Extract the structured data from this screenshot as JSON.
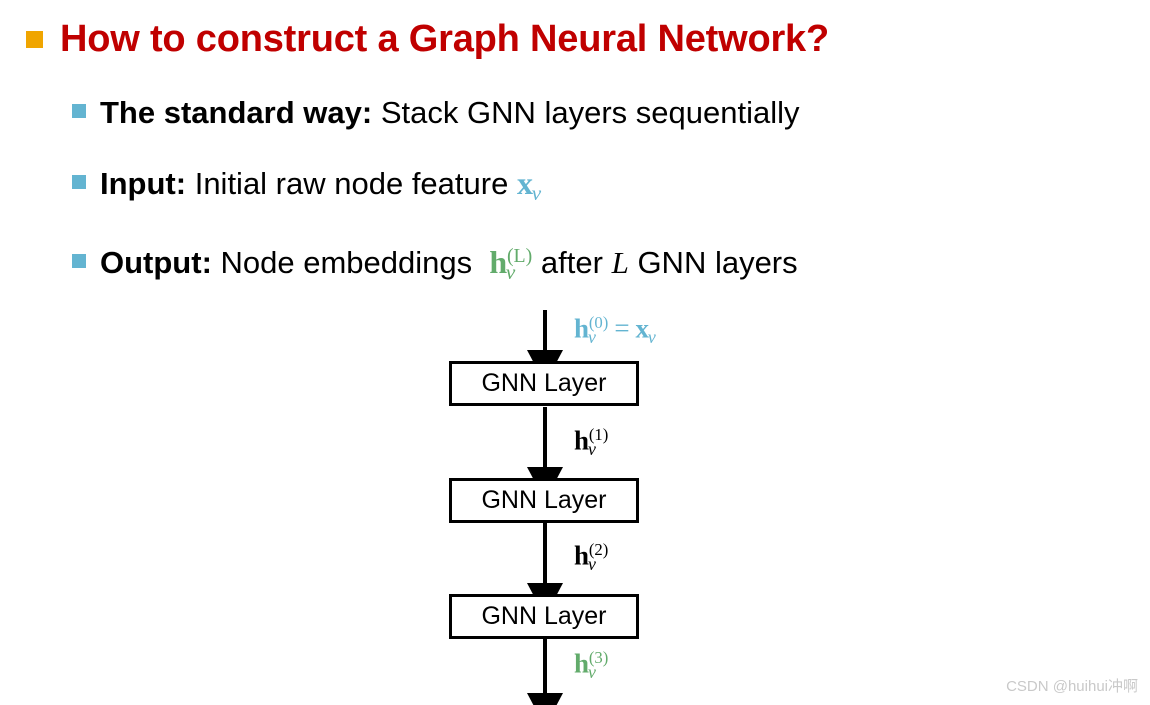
{
  "slide": {
    "title": "How to construct a Graph Neural Network?",
    "title_color": "#C00000",
    "bullet_level1_color": "#F0A500",
    "bullet_level2_color": "#63B4D1",
    "accent_blue": "#63B4D1",
    "accent_green": "#62AB6B"
  },
  "bullets": [
    {
      "label_bold": "The standard way:",
      "label_rest": "Stack GNN layers sequentially"
    },
    {
      "label_bold": "Input:",
      "label_rest": "Initial raw node feature",
      "math": {
        "base": "x",
        "sub": "v",
        "color": "#63B4D1"
      }
    },
    {
      "label_bold": "Output:",
      "label_rest": "Node embeddings",
      "math": {
        "base": "h",
        "sub": "v",
        "sup": "(L)",
        "color": "#62AB6B"
      },
      "label_tail_pre": "after",
      "label_tail_var": "L",
      "label_tail_post": "GNN layers"
    }
  ],
  "diagram": {
    "box_label": "GNN Layer",
    "boxes": [
      {
        "label": "GNN Layer"
      },
      {
        "label": "GNN Layer"
      },
      {
        "label": "GNN Layer"
      }
    ],
    "edge_labels": [
      {
        "base": "h",
        "sub": "v",
        "sup": "(0)",
        "eq": "=",
        "rhs_base": "x",
        "rhs_sub": "v",
        "color": "#63B4D1"
      },
      {
        "base": "h",
        "sub": "v",
        "sup": "(1)",
        "color": "#000000"
      },
      {
        "base": "h",
        "sub": "v",
        "sup": "(2)",
        "color": "#000000"
      },
      {
        "base": "h",
        "sub": "v",
        "sup": "(3)",
        "color": "#62AB6B"
      }
    ]
  },
  "watermark": "CSDN @huihui冲啊"
}
